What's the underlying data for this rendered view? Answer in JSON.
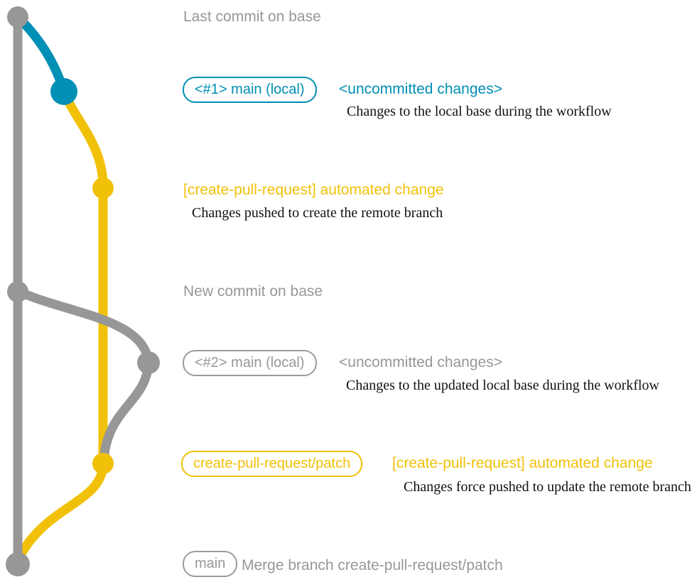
{
  "colors": {
    "base_branch_gray": "#979797",
    "local_main_blue": "#008fb5",
    "patch_branch_yellow": "#f1c109",
    "note_text": "#111111"
  },
  "graph": {
    "description": "git graph with base branch (gray), local main (blue), create-pull-request/patch branch (yellow)"
  },
  "annotations": {
    "last_commit": {
      "text": "Last commit on base"
    },
    "row_main1": {
      "badge": "<#1> main (local)",
      "title": "<uncommitted changes>",
      "note": "Changes to the local base during the workflow"
    },
    "row_patch1": {
      "title": "[create-pull-request] automated change",
      "note": "Changes pushed to create the remote branch"
    },
    "new_commit": {
      "text": "New commit on base"
    },
    "row_main2": {
      "badge": "<#2> main (local)",
      "title": "<uncommitted changes>",
      "note": "Changes to the updated local base during the workflow"
    },
    "row_patch2": {
      "badge": "create-pull-request/patch",
      "title": "[create-pull-request] automated change",
      "note": "Changes force pushed to update the remote branch"
    },
    "row_merge": {
      "badge": "main",
      "text": "Merge branch create-pull-request/patch"
    }
  }
}
